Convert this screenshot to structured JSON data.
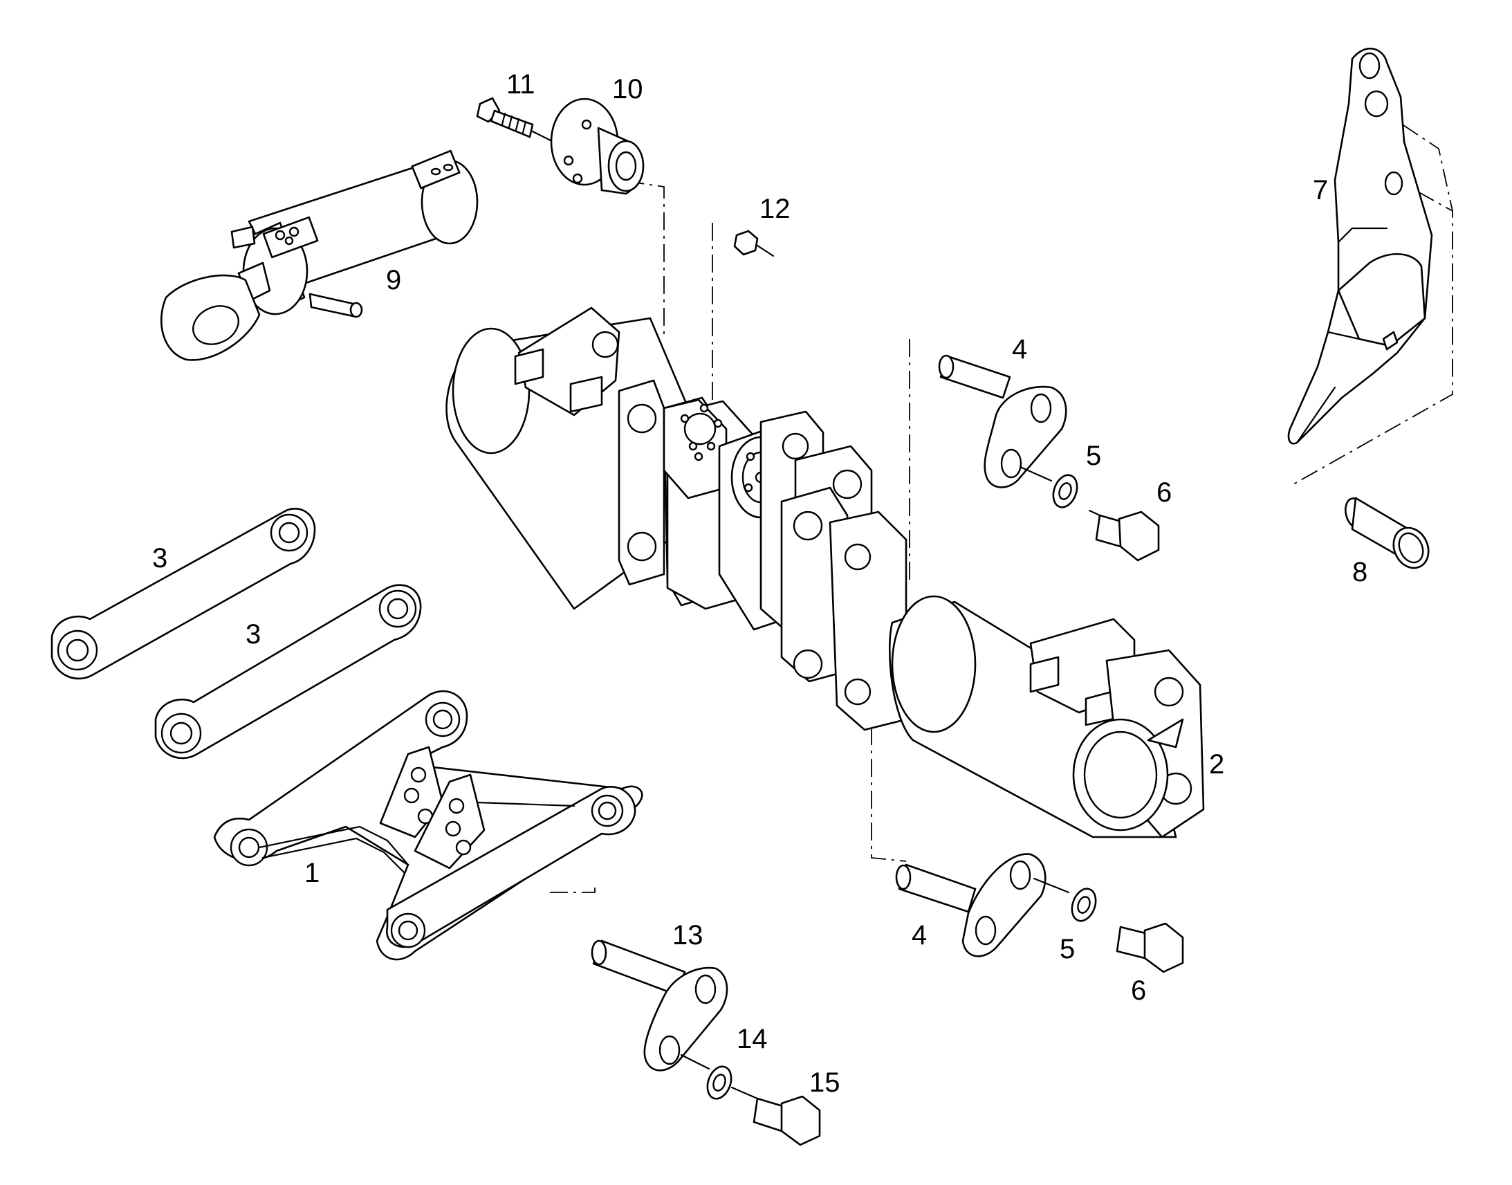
{
  "callouts": {
    "c1": "1",
    "c2": "2",
    "c3a": "3",
    "c3b": "3",
    "c4a": "4",
    "c4b": "4",
    "c5a": "5",
    "c5b": "5",
    "c6a": "6",
    "c6b": "6",
    "c7": "7",
    "c8": "8",
    "c9": "9",
    "c10": "10",
    "c11": "11",
    "c12": "12",
    "c13": "13",
    "c14": "14",
    "c15": "15"
  }
}
